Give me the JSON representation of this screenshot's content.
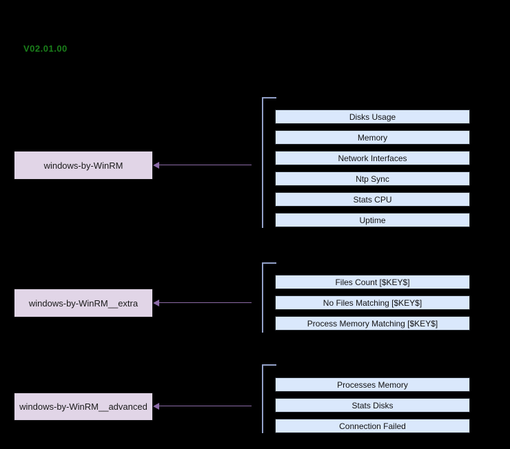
{
  "diagram": {
    "version_label": "V02.01.00",
    "colors": {
      "background": "#000000",
      "version_text": "#1a7f1a",
      "host_box_fill": "#e1d5e7",
      "service_box_fill": "#dae8fc",
      "service_box_border": "#23272c",
      "bracket_line": "#93a1c9",
      "arrow_line": "#8b6aa6"
    },
    "groups": [
      {
        "host_template": "windows-by-WinRM",
        "service_templates": [
          "Disks Usage",
          "Memory",
          "Network Interfaces",
          "Ntp Sync",
          "Stats CPU",
          "Uptime"
        ]
      },
      {
        "host_template": "windows-by-WinRM__extra",
        "service_templates": [
          "Files Count [$KEY$]",
          "No Files Matching [$KEY$]",
          "Process Memory Matching [$KEY$]"
        ]
      },
      {
        "host_template": "windows-by-WinRM__advanced",
        "service_templates": [
          "Processes Memory",
          "Stats Disks",
          "Connection Failed"
        ]
      }
    ]
  }
}
